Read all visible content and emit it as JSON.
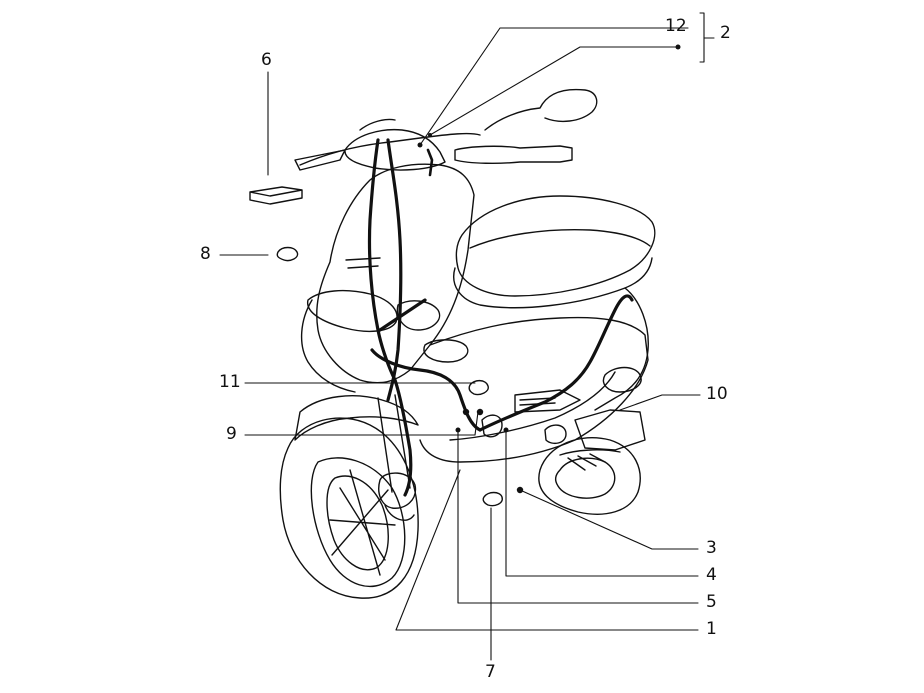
{
  "diagram": {
    "subject": "scooter-wiring-harness-exploded-view",
    "colors": {
      "line": "#111111",
      "background": "#ffffff"
    },
    "callouts": [
      {
        "id": "c12",
        "label": "12"
      },
      {
        "id": "c2",
        "label": "2"
      },
      {
        "id": "c6",
        "label": "6"
      },
      {
        "id": "c8",
        "label": "8"
      },
      {
        "id": "c11",
        "label": "11"
      },
      {
        "id": "c9",
        "label": "9"
      },
      {
        "id": "c10",
        "label": "10"
      },
      {
        "id": "c3",
        "label": "3"
      },
      {
        "id": "c4",
        "label": "4"
      },
      {
        "id": "c5",
        "label": "5"
      },
      {
        "id": "c1",
        "label": "1"
      },
      {
        "id": "c7",
        "label": "7"
      }
    ]
  }
}
